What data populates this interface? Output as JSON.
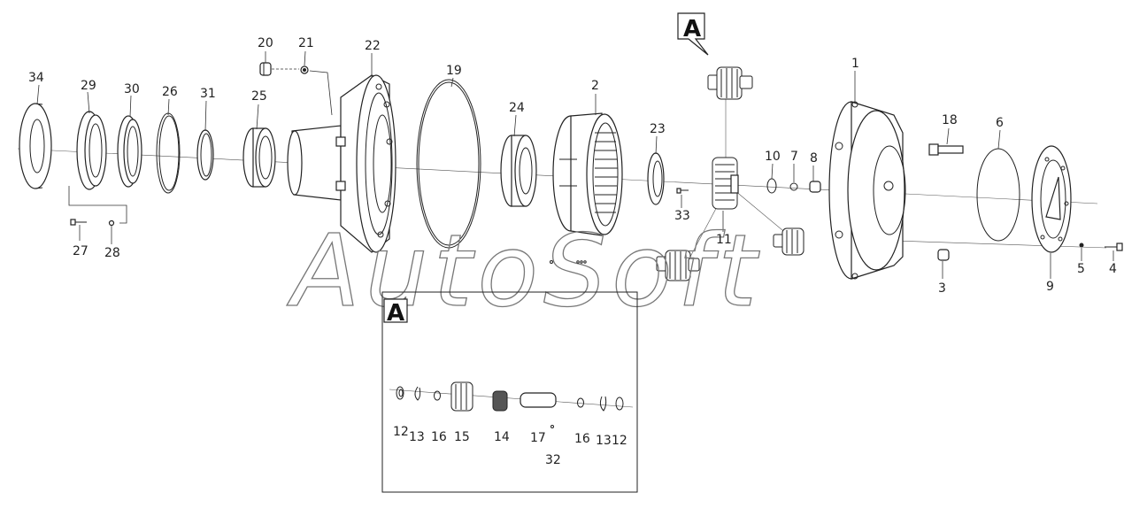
{
  "watermark": "AutoSoft",
  "detail_tag": "A",
  "labels": {
    "p1": "1",
    "p2": "2",
    "p3": "3",
    "p4": "4",
    "p5": "5",
    "p6": "6",
    "p7": "7",
    "p8": "8",
    "p9": "9",
    "p10": "10",
    "p11": "11",
    "p12a": "12",
    "p12b": "12",
    "p13a": "13",
    "p13b": "13",
    "p14": "14",
    "p15": "15",
    "p16a": "16",
    "p16b": "16",
    "p17": "17",
    "p18": "18",
    "p19": "19",
    "p20": "20",
    "p21": "21",
    "p22": "22",
    "p23": "23",
    "p24": "24",
    "p25": "25",
    "p26": "26",
    "p27": "27",
    "p28": "28",
    "p29": "29",
    "p30": "30",
    "p31": "31",
    "p32": "32",
    "p33": "33",
    "p34": "34"
  }
}
